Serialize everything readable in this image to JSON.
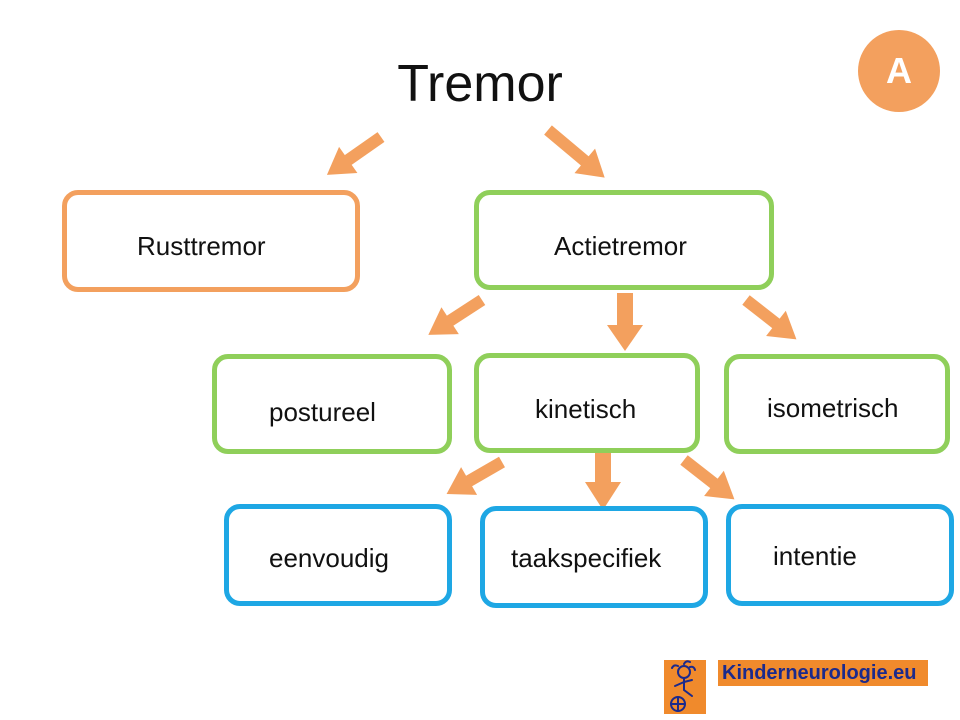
{
  "title": "Tremor",
  "badge": "A",
  "nodes": {
    "rusttremor": "Rusttremor",
    "actietremor": "Actietremor",
    "postureel": "postureel",
    "kinetisch": "kinetisch",
    "isometrisch": "isometrisch",
    "eenvoudig": "eenvoudig",
    "taakspecifiek": "taakspecifiek",
    "intentie": "intentie"
  },
  "brand": "Kinderneurologie.eu",
  "colors": {
    "arrow": "#f3a05e",
    "level1_rest": "#f3a05e",
    "level1_action": "#8fcf5a",
    "level2": "#8fcf5a",
    "level3": "#1ea7e4",
    "badge": "#f3a05e",
    "brand_bg": "#f08a2c",
    "brand_text": "#1b2a8c"
  }
}
